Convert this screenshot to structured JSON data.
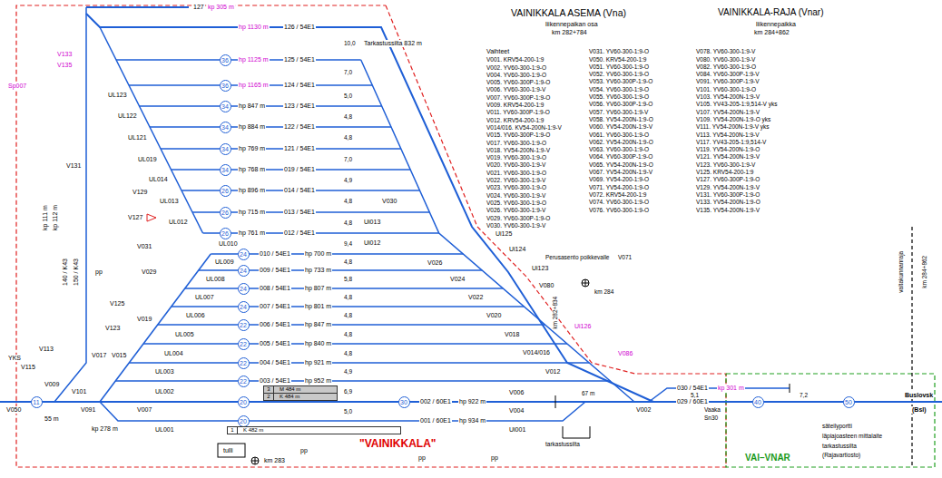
{
  "diagram": {
    "title": "VAINIKKALA ASEMA (Vna)",
    "nodes": [
      {
        "text": [
          "36"
        ]
      },
      {
        "text": [
          "36"
        ]
      },
      {
        "text": [
          "34"
        ]
      },
      {
        "text": [
          "34"
        ]
      },
      {
        "text": [
          "34"
        ]
      },
      {
        "text": [
          "34"
        ]
      },
      {
        "text": [
          "26"
        ]
      },
      {
        "text": [
          "26"
        ]
      },
      {
        "text": [
          "26"
        ]
      },
      {
        "text": [
          "24"
        ]
      },
      {
        "text": [
          "24"
        ]
      },
      {
        "text": [
          "24"
        ]
      },
      {
        "text": [
          "24"
        ]
      },
      {
        "text": [
          "22"
        ]
      },
      {
        "text": [
          "22"
        ]
      },
      {
        "text": [
          "22"
        ]
      },
      {
        "text": [
          "22"
        ]
      },
      {
        "text": [
          "3",
          "M 484 m"
        ]
      },
      {
        "text": [
          "2",
          "K 484 m"
        ]
      },
      {
        "text": [
          "20"
        ]
      },
      {
        "text": [
          "30"
        ]
      },
      {
        "text": [
          "20"
        ]
      },
      {
        "text": [
          "1",
          "K 482 m"
        ]
      },
      {
        "text": [
          "11"
        ]
      },
      {
        "text": [
          "40"
        ]
      },
      {
        "text": [
          "50"
        ]
      }
    ],
    "labels": [
      "liikennepaikan osa",
      "km 282+784",
      "VAINIKKALA-RAJA (Vnar)",
      "liikennepaikka",
      "km 284+862",
      "Vaihteet",
      "V001. KRV54-200-1:9",
      "V002. YV60-300-1:9-O",
      "V004. YV60-300-1:9-O",
      "V005. YV60-300P-1:9-O",
      "V006. YV60-300-1:9-V",
      "V007. YV60-300P-1:9-O",
      "V009. KRV54-200-1:9",
      "V011. YV60-300P-1:9-O",
      "V012. KRV54-200-1:9",
      "V014/016. KV54-200N-1:9-V",
      "V015. YV60-300P-1:9-O",
      "V017. YV60-300-1:9-O",
      "V018. YV54-200N-1:9-V",
      "V019. YV60-300-1:9-O",
      "V020. YV60-300-1:9-V",
      "V021. YV60-300-1:9-O",
      "V022. YV60-300-1:9-V",
      "V023. YV60-300-1:9-O",
      "V024. YV60-300-1:9-V",
      "V025. YV60-300-1:9-O",
      "V026. YV60-300-1:9-V",
      "V029. YV60-300P-1:9-O",
      "V030. YV60-300-1:9-V",
      "V031. YV60-300-1:9-O",
      "V050. KRV54-200-1:9",
      "V051. YV60-300-1:9-O",
      "V052. YV60-300-1:9-O",
      "V053. YV60-300P-1:9-O",
      "V054. YV60-300-1:9-O",
      "V055. YV60-300-1:9-O",
      "V056. YV60-300P-1:9-O",
      "V057. YV60-300-1:9-V",
      "V058. YV54-200N-1:9-O",
      "V060. YV54-200N-1:9-V",
      "V061. YV60-300-1:9-O",
      "V062. YV54-200N-1:9-O",
      "V063. YV60-300-1:9-O",
      "V064. YV60-300P-1:9-O",
      "V065. YV54-200N-1:9-O",
      "V067. YV54-200N-1:9-V",
      "V069. YV54-200-1:9-O",
      "V071. YV54-200-1:9-O",
      "V072. KRV54-200-1:9",
      "V074. YV60-300-1:9-O",
      "V076. YV60-300-1:9-O",
      "V078. YV60-300-1:9-V",
      "V080. YV60-300-1:9-V",
      "V082. YV60-300-1:9-O",
      "V084. YV60-300P-1:9-V",
      "V091. YV60-300P-1:9-V",
      "V101. YV60-300-1:9-O",
      "V103. YV54-200N-1:9-V",
      "V105. YV43-205-1:9,514-V yks",
      "V107. YV54-200N-1:9-V",
      "V109. YV54-200N-1:9-O yks",
      "V111. YV54-200N-1:9-V yks",
      "V113. YV54-200N-1:9-V",
      "V117. YV43-205-1:9,514-V",
      "V119. YV54-200N-1:9-O",
      "V121. YV54-200N-1:9-V",
      "V123. YV60-300-1:9-V",
      "V125. KRV54-200-1:9",
      "V127. YV60-300P-1:9-O",
      "V129. YV54-200N-1:9-V",
      "V131. YV60-300P-1:9-O",
      "V133. YV54-200N-1:9-O",
      "V135. YV54-200N-1:9-V",
      "127",
      "kp 305 m",
      "126 / 54E1",
      "hp 1130 m",
      "hp 1125 m",
      "125 / 54E1",
      "hp 1165 m",
      "124 / 54E1",
      "hp 847 m",
      "123 / 54E1",
      "hp 884 m",
      "122 / 54E1",
      "hp 769 m",
      "121 / 54E1",
      "hp 768 m",
      "019 / 54E1",
      "hp 896 m",
      "014 / 54E1",
      "hp 715 m",
      "013 / 54E1",
      "hp 761 m",
      "012 / 54E1",
      "010 / 54E1",
      "hp 700 m",
      "009 / 54E1",
      "hp 733 m",
      "008 / 54E1",
      "hp 807 m",
      "007 / 54E1",
      "hp 801 m",
      "006 / 54E1",
      "hp 847 m",
      "005 / 54E1",
      "hp 840 m",
      "004 / 54E1",
      "hp 921 m",
      "003 / 54E1",
      "hp 952 m",
      "002 / 60E1",
      "hp 922 m",
      "001 / 60E1",
      "hp 934 m",
      "10,0",
      "7,0",
      "5,0",
      "4,8",
      "4,8",
      "7,0",
      "4,9",
      "4,8",
      "4,8",
      "9,4",
      "4,8",
      "5,8",
      "4,8",
      "4,8",
      "4,8",
      "4,8",
      "4,9",
      "6,9",
      "5,0",
      "Tarkastussilta 832 m",
      "Perusasento poikkevalle",
      "V071",
      "km 284",
      "km 282+834",
      "67 m",
      "030 / 54E1",
      "kp 301 m",
      "5,1",
      "7,2",
      "029 / 60E1",
      "Vaaka",
      "Sn30",
      "säteilyportti",
      "läpiajoasteen mittalaite",
      "tarkastussilta",
      "(Rajavartiosto)",
      "VAI–VNAR",
      "Buslovsk",
      "(Bsl)",
      "valtakunnanraja",
      "km 284+862",
      "\"VAINIKKALA\"",
      "tulli",
      "km 283",
      "pp",
      "pp",
      "pp",
      "pp",
      "tarkastussilta",
      "Sp007",
      "V133",
      "V135",
      "V131",
      "V129",
      "V127",
      "UL123",
      "UL122",
      "UL121",
      "UL019",
      "UL014",
      "UL013",
      "UL012",
      "140 / K43",
      "150 / K43",
      "kp 111 m",
      "kp 112 m",
      "V031",
      "V029",
      "V125",
      "V019",
      "V123",
      "V017",
      "V015",
      "V115",
      "V113",
      "V009",
      "V101",
      "V050",
      "V091",
      "V007",
      "55 m",
      "kp 278 m",
      "YKS",
      "UL001",
      "UL002",
      "UL003",
      "UL004",
      "UL005",
      "UL006",
      "UL007",
      "UL008",
      "UL009",
      "UL010",
      "V030",
      "Ui013",
      "Ui012",
      "V026",
      "V024",
      "V022",
      "V020",
      "V018",
      "V014/016",
      "V012",
      "V006",
      "V004",
      "V002",
      "Ui125",
      "Ui124",
      "Ui123",
      "V080",
      "Ui126",
      "V086",
      "Ui001"
    ]
  }
}
